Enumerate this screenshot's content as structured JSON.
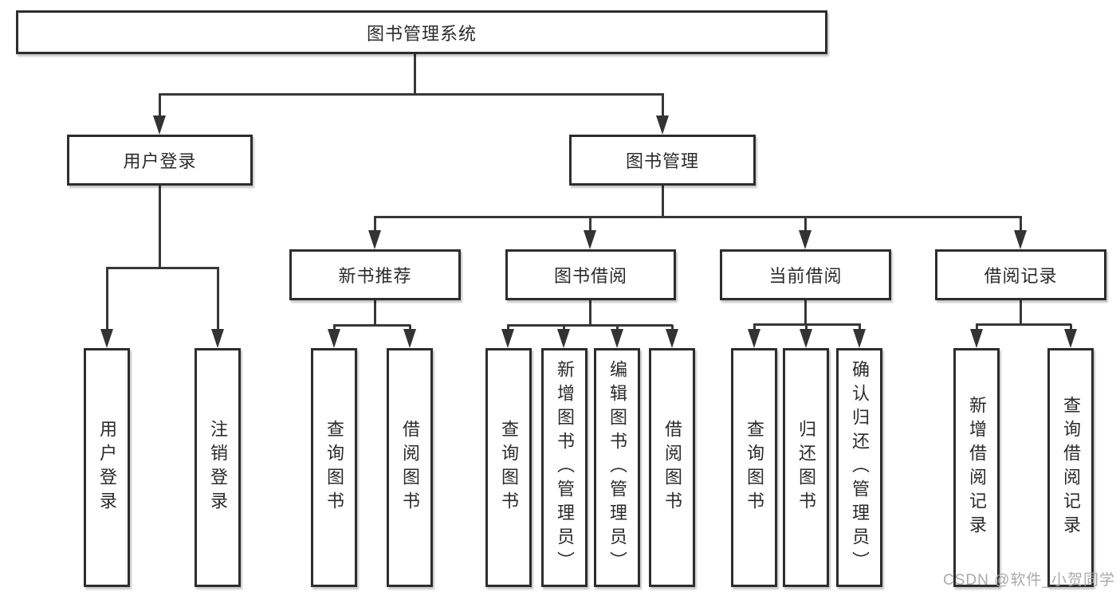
{
  "colors": {
    "background": "#ffffff",
    "box_border": "#2d2d2d",
    "line": "#383838",
    "text": "#2b2b2b",
    "watermark": "#a5a5a5"
  },
  "watermark": {
    "text": "CSDN @软件_小贺同学"
  },
  "diagram": {
    "root": {
      "label": "图书管理系统"
    },
    "level2": [
      {
        "id": "user-login",
        "label": "用户登录",
        "parent": "root"
      },
      {
        "id": "book-management",
        "label": "图书管理",
        "parent": "root"
      }
    ],
    "level3": [
      {
        "id": "new-book-recommend",
        "label": "新书推荐",
        "parent": "book-management"
      },
      {
        "id": "book-borrow",
        "label": "图书借阅",
        "parent": "book-management"
      },
      {
        "id": "current-borrow",
        "label": "当前借阅",
        "parent": "book-management"
      },
      {
        "id": "borrow-records",
        "label": "借阅记录",
        "parent": "book-management"
      }
    ],
    "leaves": [
      {
        "label": "用户登录",
        "parent": "user-login"
      },
      {
        "label": "注销登录",
        "parent": "user-login"
      },
      {
        "label": "查询图书",
        "parent": "new-book-recommend"
      },
      {
        "label": "借阅图书",
        "parent": "new-book-recommend"
      },
      {
        "label": "查询图书",
        "parent": "book-borrow"
      },
      {
        "label": "新增图书（管理员）",
        "parent": "book-borrow"
      },
      {
        "label": "编辑图书（管理员）",
        "parent": "book-borrow"
      },
      {
        "label": "借阅图书",
        "parent": "book-borrow"
      },
      {
        "label": "查询图书",
        "parent": "current-borrow"
      },
      {
        "label": "归还图书",
        "parent": "current-borrow"
      },
      {
        "label": "确认归还（管理员）",
        "parent": "current-borrow"
      },
      {
        "label": "新增借阅记录",
        "parent": "borrow-records"
      },
      {
        "label": "查询借阅记录",
        "parent": "borrow-records"
      }
    ]
  }
}
